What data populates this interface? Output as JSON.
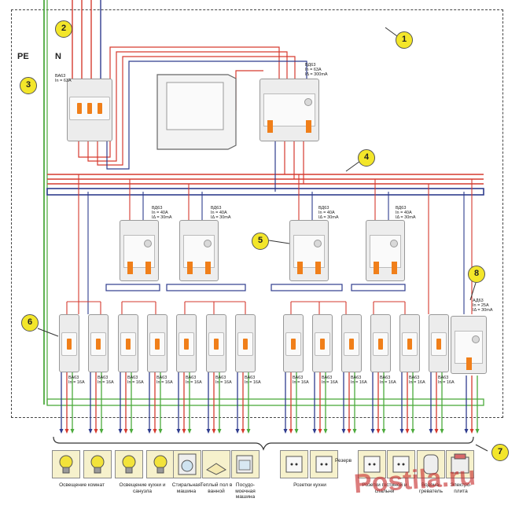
{
  "labels": {
    "pe": "PE",
    "n": "N"
  },
  "callouts": [
    "1",
    "2",
    "3",
    "4",
    "5",
    "6",
    "7",
    "8"
  ],
  "main_breaker": {
    "lines": [
      "ВА63",
      "In = 63A"
    ]
  },
  "main_rcd": {
    "lines": [
      "ВД63",
      "In = 63A",
      "IΔ = 300mA"
    ]
  },
  "rcds": [
    {
      "lines": [
        "ВД63",
        "In = 40A",
        "IΔ = 30mA"
      ]
    },
    {
      "lines": [
        "ВД63",
        "In = 40A",
        "IΔ = 30mA"
      ]
    },
    {
      "lines": [
        "ВД63",
        "In = 40A",
        "IΔ = 30mA"
      ]
    },
    {
      "lines": [
        "ВД63",
        "In = 40A",
        "IΔ = 30mA"
      ]
    }
  ],
  "difbreaker": {
    "lines": [
      "АД63",
      "In = 25A",
      "IΔ = 30mA"
    ]
  },
  "breaker_label": {
    "model": "ВА63",
    "rating": "In = 16A"
  },
  "loads": {
    "lighting_rooms": "Освещение комнат",
    "lighting_kitchen": "Освещение кухни и санузла",
    "washer": "Стиральная машина",
    "floor": "Теплый пол в ванной",
    "dishwasher": "Посудо-моечная машина",
    "kitchen_sockets": "Розетки кухни",
    "reserve": "Резерв",
    "living_sockets": "Розетки гостиной и спальни",
    "boiler": "Водона-греватель",
    "stove": "Электро-плита"
  },
  "watermark": "Postila.ru",
  "colors": {
    "phase": "#d63a2f",
    "neutral": "#2f3c8e",
    "ground": "#4caa3c",
    "handle": "#f07f1a",
    "callout": "#f3e62a"
  }
}
